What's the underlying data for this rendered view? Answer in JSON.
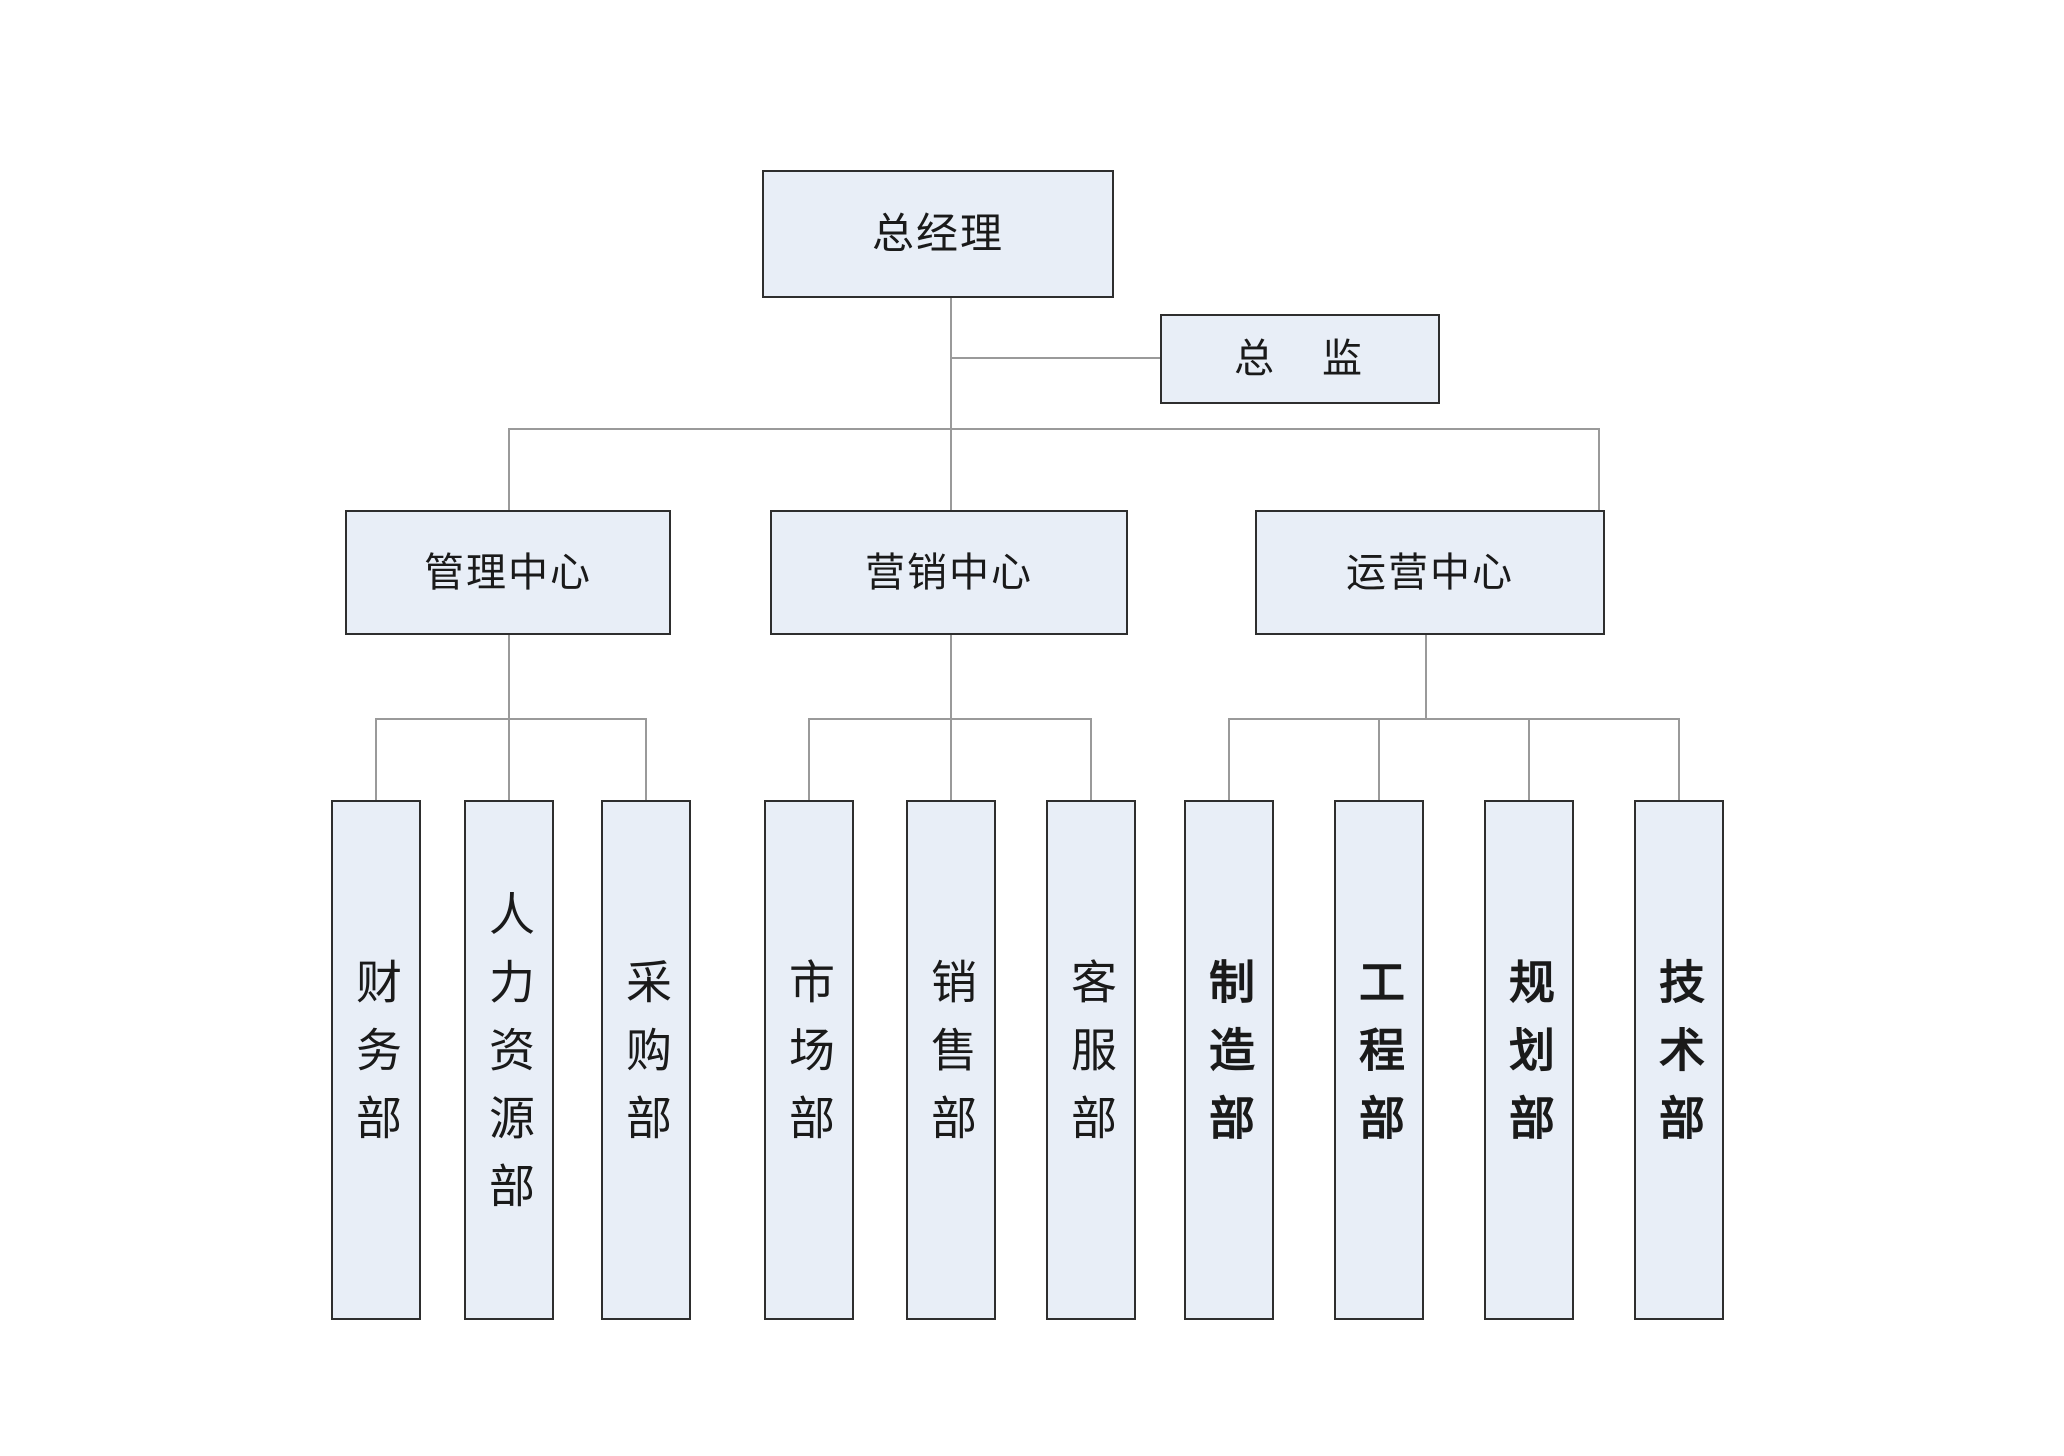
{
  "diagram": {
    "type": "organization-chart",
    "orientation": "top-down",
    "colors": {
      "node_fill": "#e8eef7",
      "node_border": "#2e2e2e",
      "connector": "#9a9a9a",
      "background": "#ffffff",
      "text": "#1a1a1a"
    },
    "root": {
      "label": "总经理"
    },
    "staff": {
      "label": "总　监"
    },
    "divisions": [
      {
        "label": "管理中心"
      },
      {
        "label": "营销中心"
      },
      {
        "label": "运营中心"
      }
    ],
    "departments": [
      {
        "label": "财务部",
        "parent": "管理中心",
        "bold": false
      },
      {
        "label": "人力资源部",
        "parent": "管理中心",
        "bold": false
      },
      {
        "label": "采购部",
        "parent": "管理中心",
        "bold": false
      },
      {
        "label": "市场部",
        "parent": "营销中心",
        "bold": false
      },
      {
        "label": "销售部",
        "parent": "营销中心",
        "bold": false
      },
      {
        "label": "客服部",
        "parent": "营销中心",
        "bold": false
      },
      {
        "label": "制造部",
        "parent": "运营中心",
        "bold": true
      },
      {
        "label": "工程部",
        "parent": "运营中心",
        "bold": true
      },
      {
        "label": "规划部",
        "parent": "运营中心",
        "bold": true
      },
      {
        "label": "技术部",
        "parent": "运营中心",
        "bold": true
      }
    ]
  }
}
